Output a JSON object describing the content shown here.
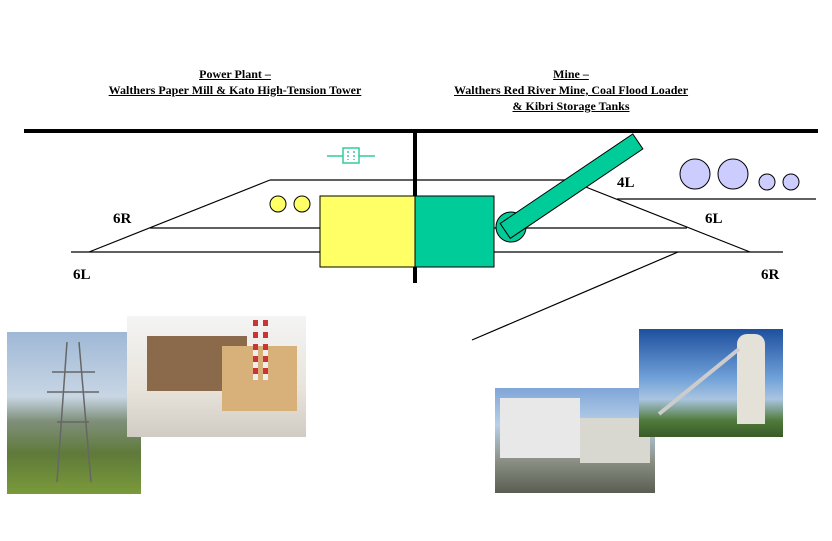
{
  "titles": {
    "power_plant": {
      "line1": "Power Plant –",
      "line2": "Walthers Paper Mill & Kato High-Tension Tower"
    },
    "mine": {
      "line1": "Mine –",
      "line2": "Walthers Red River Mine,  Coal Flood Loader",
      "line3": "& Kibri Storage Tanks"
    }
  },
  "track_labels": {
    "left_upper": "6R",
    "left_lower": "6L",
    "right_4l": "4L",
    "right_upper": "6L",
    "right_lower": "6R"
  },
  "colors": {
    "power_plant": "#ffff66",
    "mine": "#00cc99",
    "tanks": "#ccccff",
    "track": "#000000",
    "signal": "#33cc99"
  }
}
